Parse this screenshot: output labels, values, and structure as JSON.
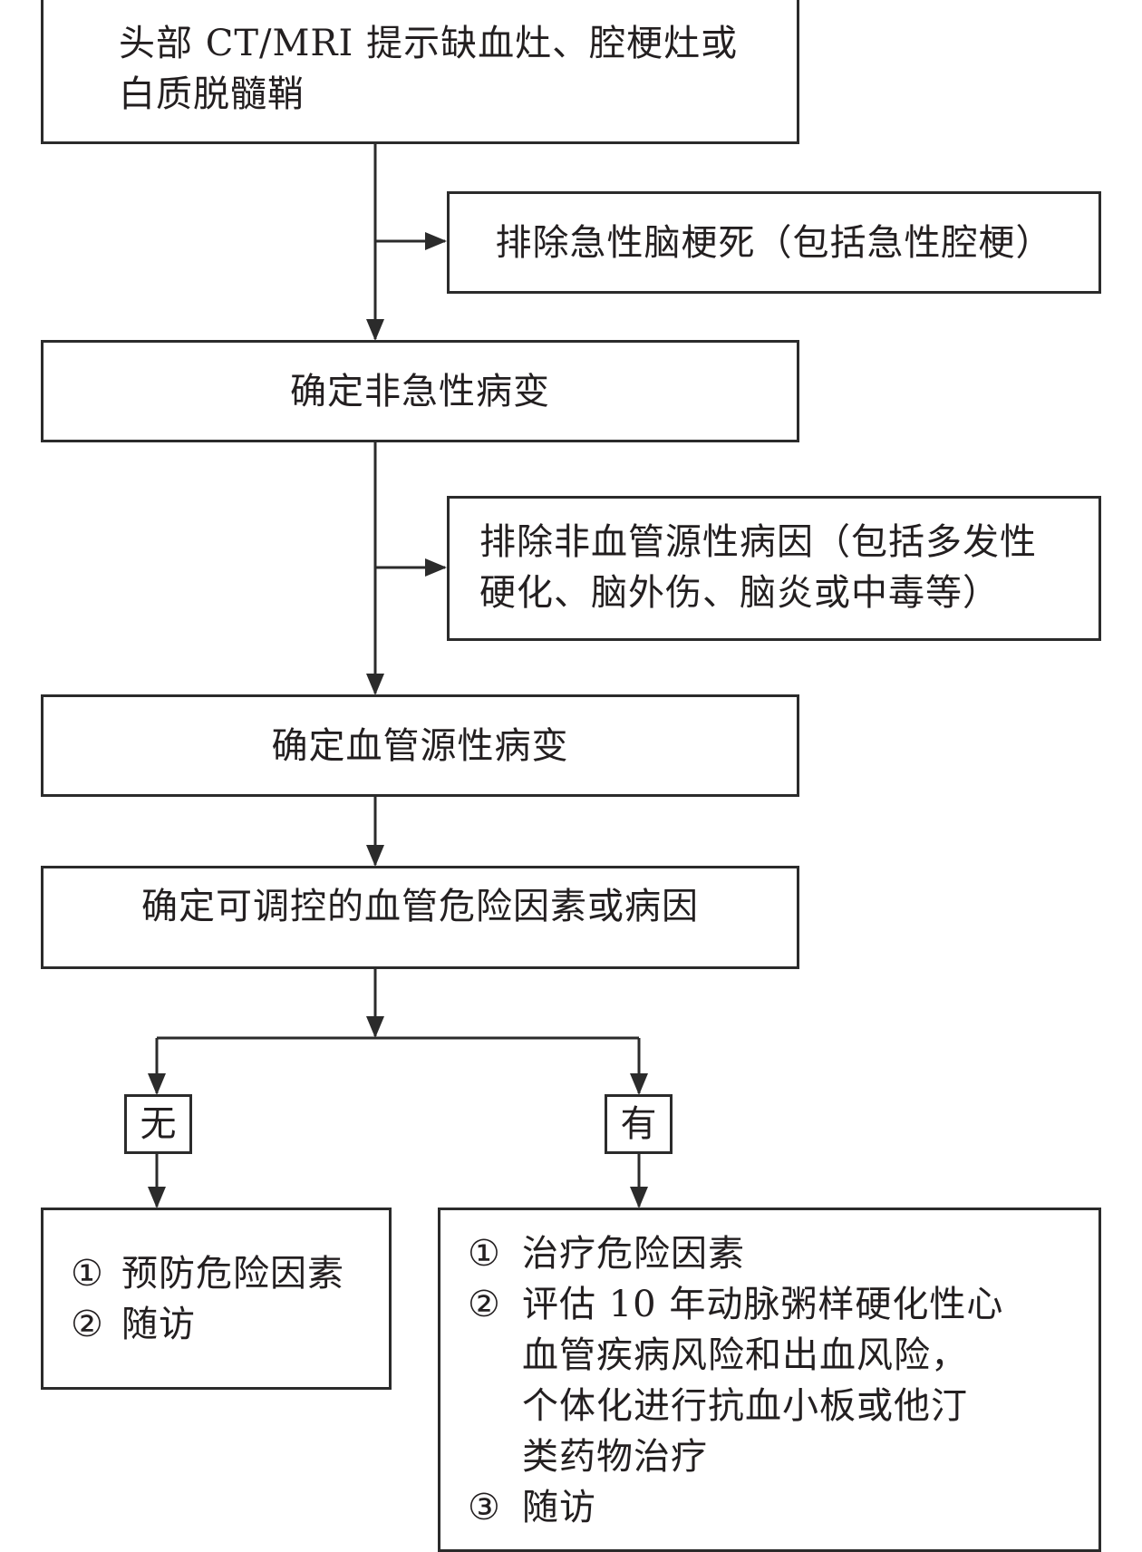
{
  "diagram": {
    "type": "flowchart",
    "nodes": {
      "start": {
        "lines": [
          "头部 CT/MRI 提示缺血灶、腔梗灶或",
          "白质脱髓鞘"
        ]
      },
      "exclude_acute": {
        "text": "排除急性脑梗死（包括急性腔梗）"
      },
      "non_acute": {
        "text": "确定非急性病变"
      },
      "exclude_nonvascular": {
        "lines": [
          "排除非血管源性病因（包括多发性",
          "硬化、脑外伤、脑炎或中毒等）"
        ]
      },
      "vascular": {
        "text": "确定血管源性病变"
      },
      "risk_factors": {
        "text": "确定可调控的血管危险因素或病因"
      },
      "branch_no": {
        "text": "无"
      },
      "branch_yes": {
        "text": "有"
      },
      "no_actions": {
        "items": [
          {
            "num": "①",
            "text": "预防危险因素"
          },
          {
            "num": "②",
            "text": "随访"
          }
        ]
      },
      "yes_actions": {
        "items": [
          {
            "num": "①",
            "lines": [
              "治疗危险因素"
            ]
          },
          {
            "num": "②",
            "lines": [
              "评估 10 年动脉粥样硬化性心",
              "血管疾病风险和出血风险，",
              "个体化进行抗血小板或他汀",
              "类药物治疗"
            ]
          },
          {
            "num": "③",
            "lines": [
              "随访"
            ]
          }
        ]
      }
    },
    "edges": [
      [
        "start",
        "non_acute"
      ],
      [
        "start",
        "exclude_acute"
      ],
      [
        "non_acute",
        "vascular"
      ],
      [
        "non_acute",
        "exclude_nonvascular"
      ],
      [
        "vascular",
        "risk_factors"
      ],
      [
        "risk_factors",
        "branch_no"
      ],
      [
        "risk_factors",
        "branch_yes"
      ],
      [
        "branch_no",
        "no_actions"
      ],
      [
        "branch_yes",
        "yes_actions"
      ]
    ],
    "colors": {
      "stroke": "#2b2b2b",
      "text": "#231f20",
      "background": "#ffffff"
    }
  }
}
